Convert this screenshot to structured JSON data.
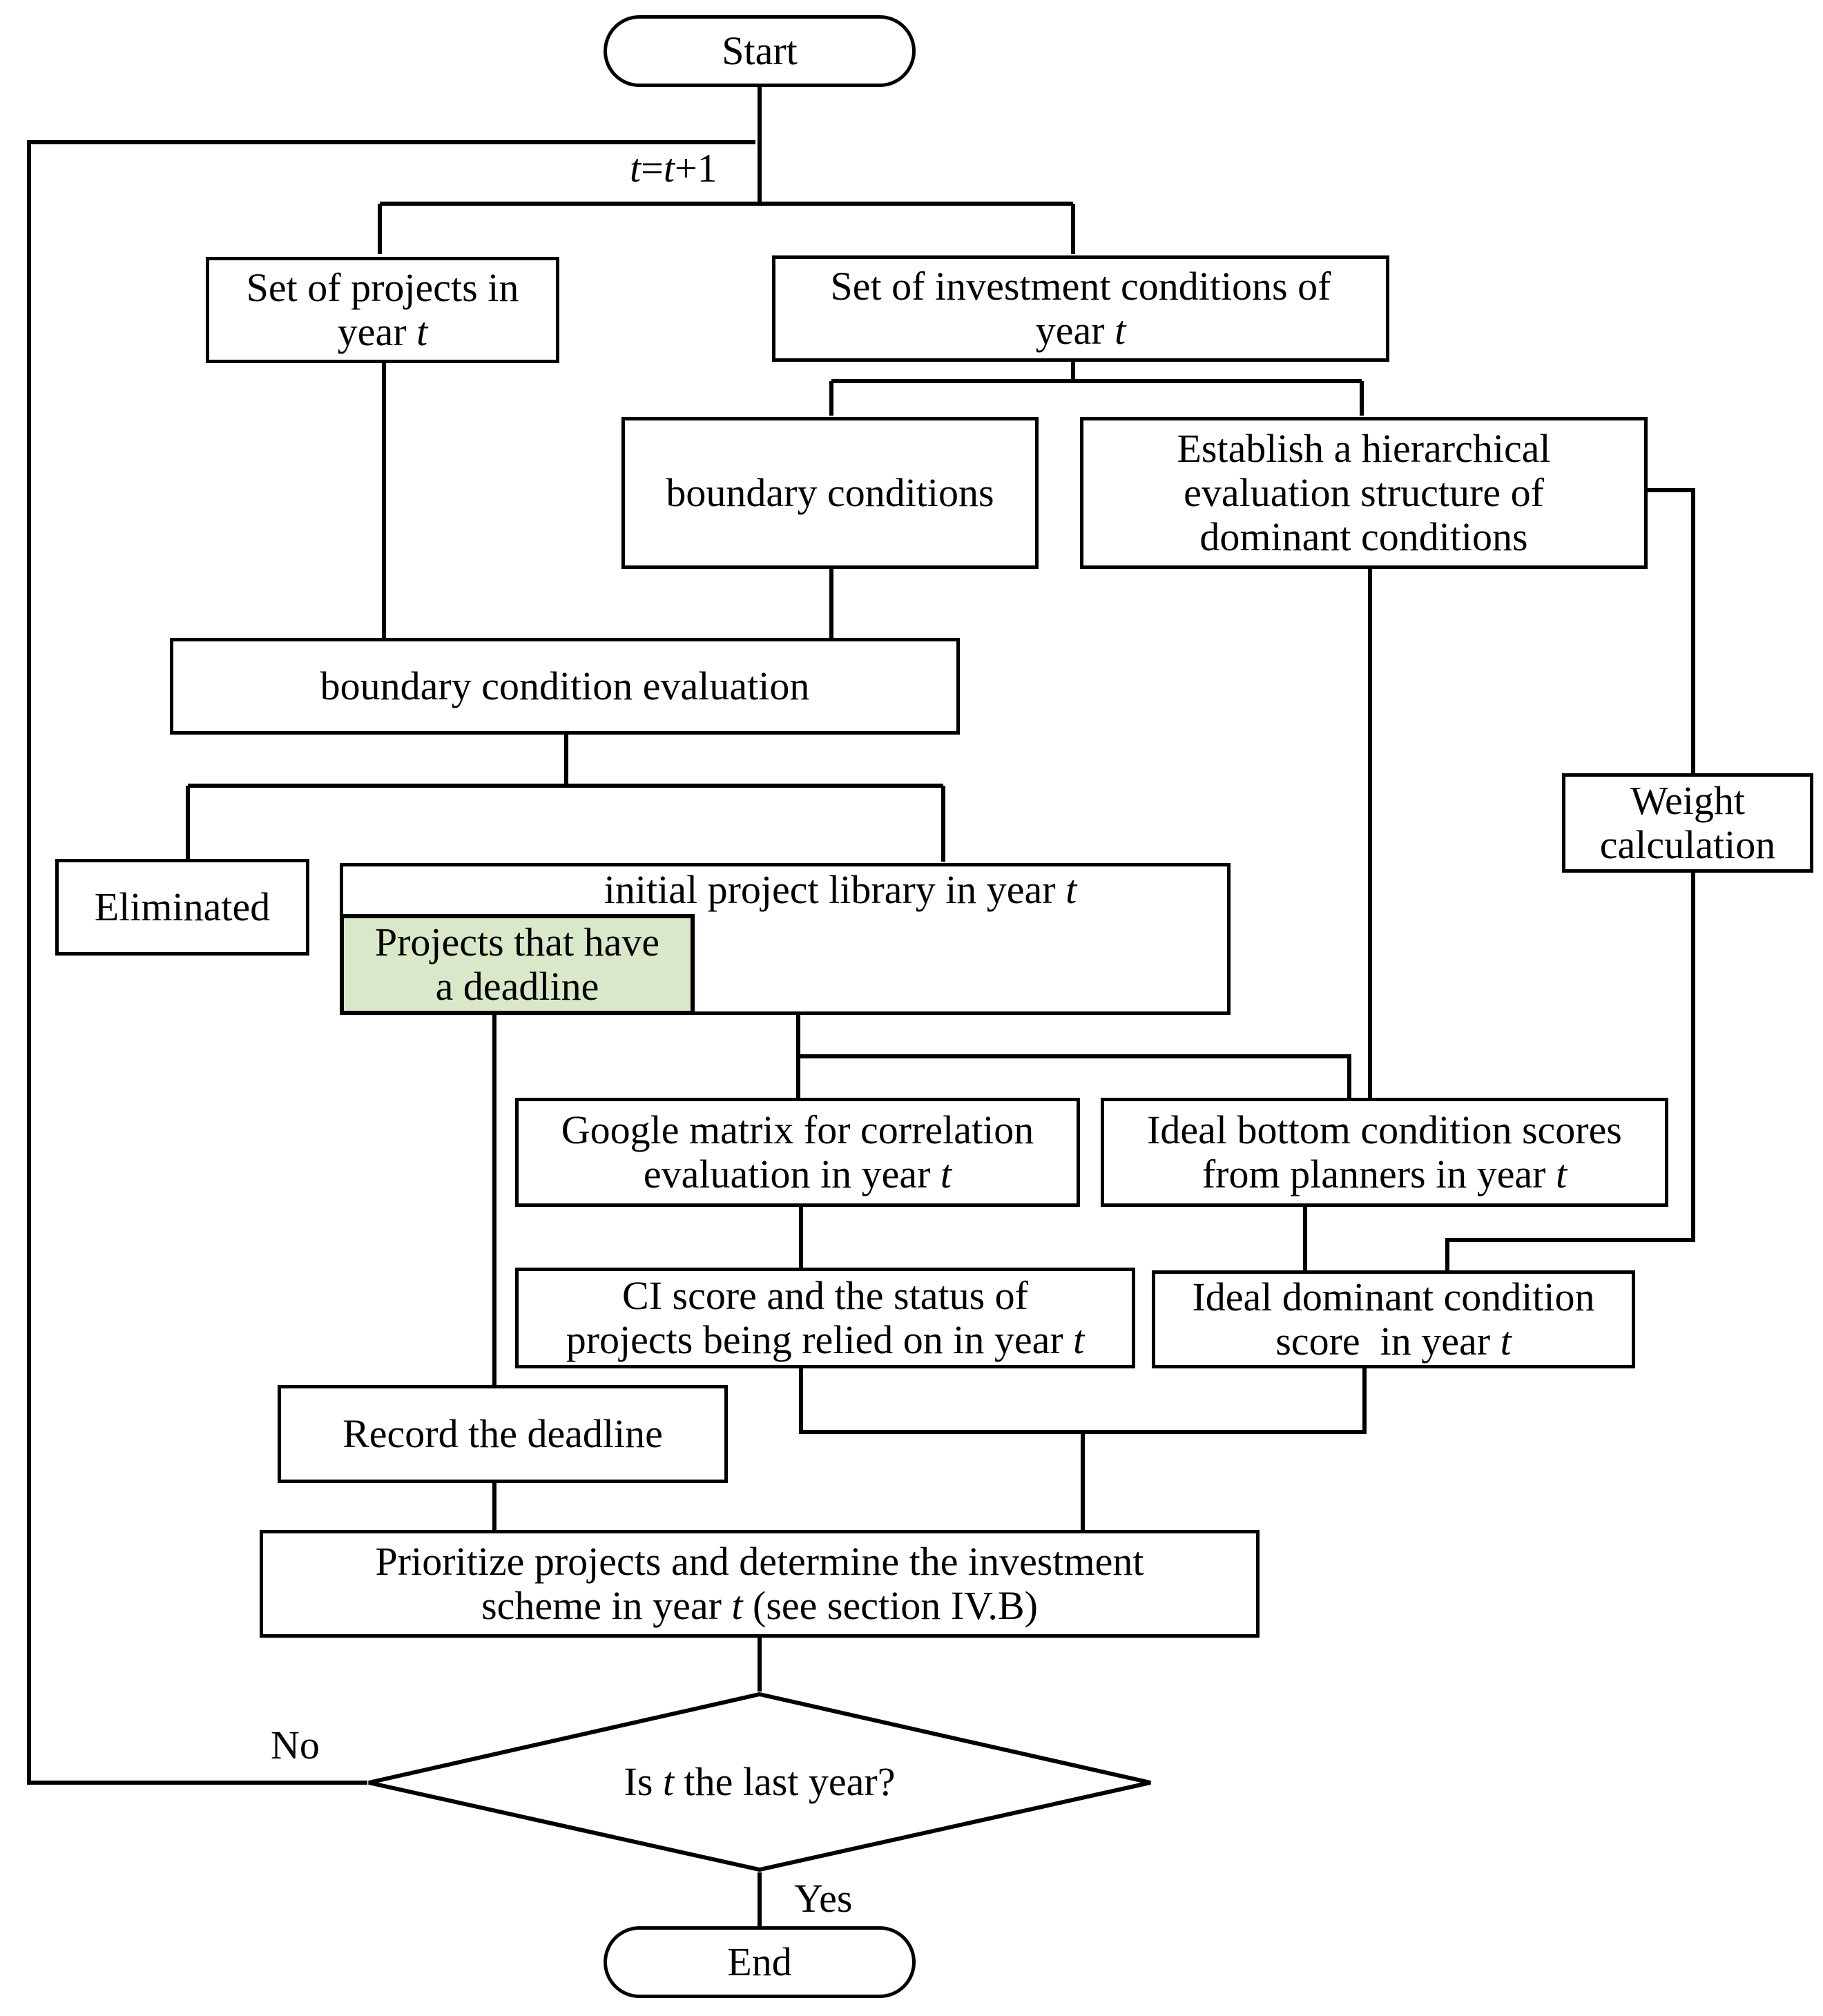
{
  "nodes": {
    "start": "Start",
    "set_projects": [
      "Set of projects in",
      "year "
    ],
    "set_investment": [
      "Set of investment conditions of",
      "year "
    ],
    "boundary_conditions": "boundary conditions",
    "hierarchical": [
      "Establish a hierarchical",
      "evaluation structure of",
      "dominant conditions"
    ],
    "boundary_evaluation": "boundary condition evaluation",
    "eliminated": "Eliminated",
    "initial_library": "initial project library in year ",
    "deadline_projects": [
      "Projects that have",
      "a deadline"
    ],
    "weight_calc": [
      "Weight",
      "calculation"
    ],
    "google_matrix": [
      "Google matrix for correlation",
      "evaluation in year "
    ],
    "ideal_bottom": [
      "Ideal bottom condition scores",
      "from planners in year "
    ],
    "ci_score": [
      "CI score and the status of",
      "projects being relied on in year "
    ],
    "ideal_dominant": [
      "Ideal dominant condition",
      "score  in year "
    ],
    "record_deadline": "Record the deadline",
    "prioritize": [
      "Prioritize projects and determine the investment",
      "scheme in year ",
      " (see section IV.B)"
    ],
    "decision": [
      "Is ",
      " the last year?"
    ],
    "end": "End"
  },
  "variable": "t",
  "loop_label": [
    "=",
    "+1"
  ],
  "edge_labels": {
    "no": "No",
    "yes": "Yes"
  }
}
